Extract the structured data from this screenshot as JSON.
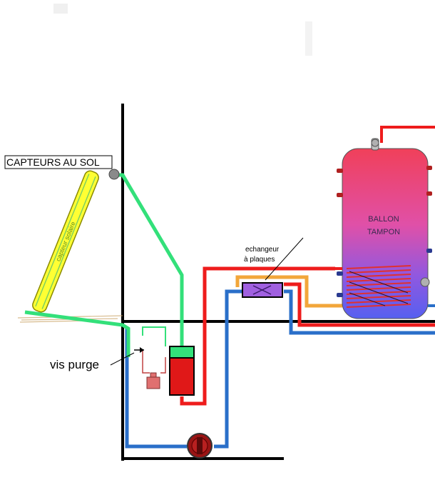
{
  "labels": {
    "capteurs": "CAPTEURS AU SOL",
    "collector_text": "capteur solaire",
    "vis_purge": "vis purge",
    "echangeur_line1": "echangeur",
    "echangeur_line2": "à plaques",
    "ballon_line1": "BALLON",
    "ballon_line2": "TAMPON"
  },
  "colors": {
    "green_pipe": "#33e07a",
    "red_pipe": "#ee1c1c",
    "blue_pipe": "#2a6fc9",
    "orange_pipe": "#f2a63a",
    "collector_fill": "#ffff33",
    "ballon_top": "#f04a5a",
    "ballon_bottom": "#5a5cf0",
    "exchanger_fill": "#a060e0",
    "pump": "#9a1414",
    "wall": "#000000"
  },
  "icons": [
    "solar-collector",
    "expansion-tank",
    "plate-exchanger",
    "circulator-pump",
    "buffer-tank",
    "purge-valve"
  ]
}
